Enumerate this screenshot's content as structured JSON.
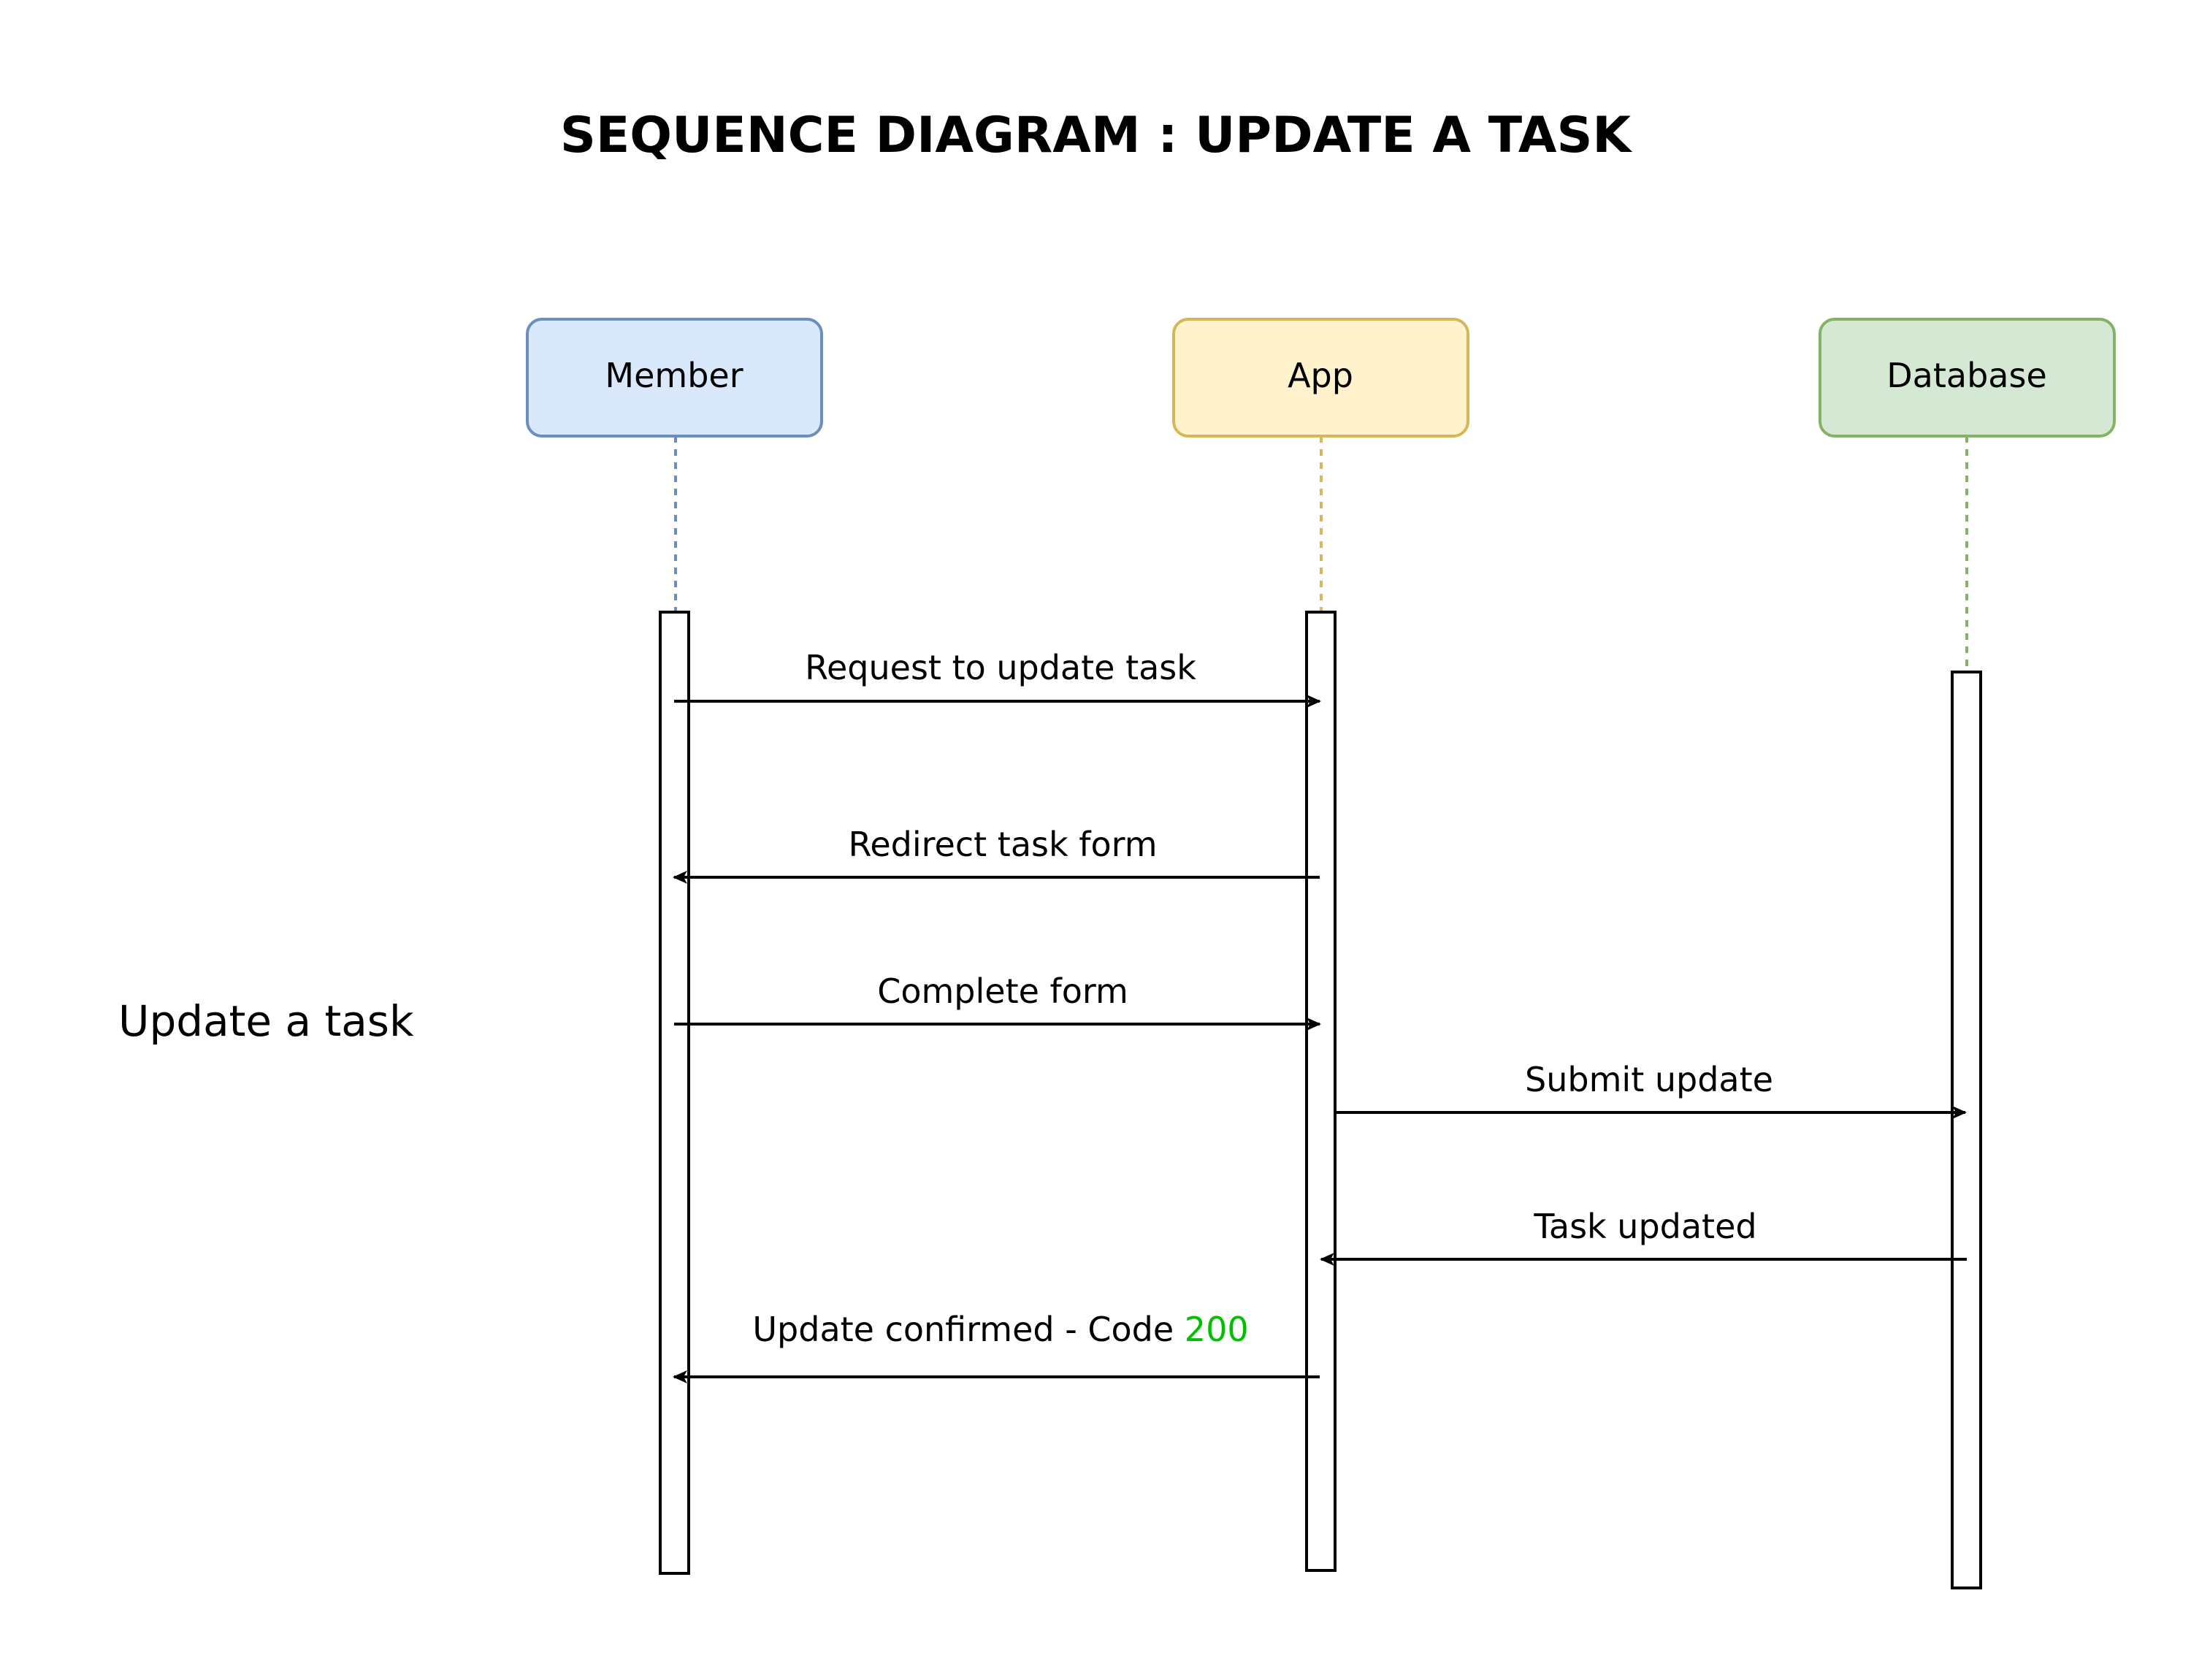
{
  "title": "SEQUENCE DIAGRAM : UPDATE A TASK",
  "side_label": "Update a task",
  "actors": [
    {
      "id": "member",
      "label": "Member",
      "fill": "#dae8fc",
      "stroke": "#6c8ebf"
    },
    {
      "id": "app",
      "label": "App",
      "fill": "#fff2cc",
      "stroke": "#d6b656"
    },
    {
      "id": "database",
      "label": "Database",
      "fill": "#d5e8d4",
      "stroke": "#82b366"
    }
  ],
  "messages": [
    {
      "from": "member",
      "to": "app",
      "label": "Request to update task"
    },
    {
      "from": "app",
      "to": "member",
      "label": "Redirect task form"
    },
    {
      "from": "member",
      "to": "app",
      "label": "Complete form"
    },
    {
      "from": "app",
      "to": "database",
      "label": "Submit update"
    },
    {
      "from": "database",
      "to": "app",
      "label": "Task updated"
    },
    {
      "from": "app",
      "to": "member",
      "label": "Update confirmed - Code ",
      "highlight": "200",
      "highlight_color": "#00c000"
    }
  ]
}
